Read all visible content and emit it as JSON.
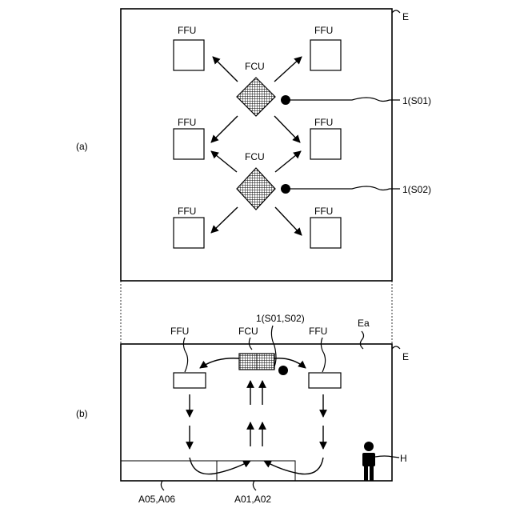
{
  "panel_a": {
    "tag": "(a)",
    "enclosure_label": "E",
    "ffu_label": "FFU",
    "fcu_label": "FCU",
    "sensor_1_label": "1(S01)",
    "sensor_2_label": "1(S02)"
  },
  "panel_b": {
    "tag": "(b)",
    "enclosure_label": "E",
    "ceiling_label": "Ea",
    "ffu_label": "FFU",
    "fcu_label": "FCU",
    "sensor_label": "1(S01,S02)",
    "human_label": "H",
    "area_left_label": "A05,A06",
    "area_right_label": "A01,A02"
  }
}
